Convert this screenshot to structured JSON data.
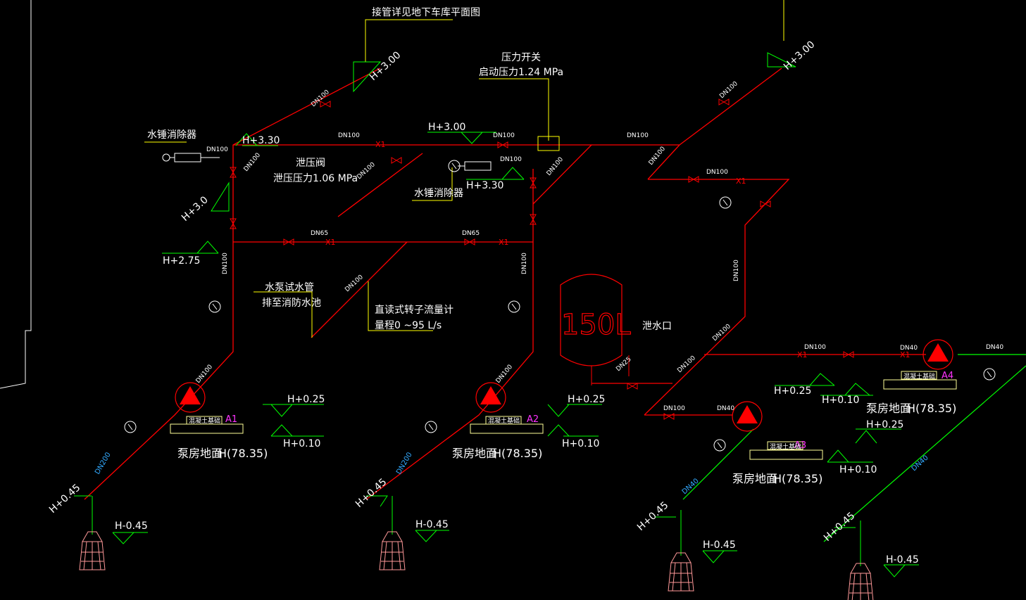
{
  "colors": {
    "pipe": "#ff0000",
    "leader": "#ffff00",
    "elev": "#00ff00",
    "text": "#ffffff",
    "pump_tag": "#ff33ff",
    "pipe_tag_blue": "#33aaff",
    "base": "#ffff99",
    "foot": "#ff9999"
  },
  "notes": {
    "connect": "接管详见地下车库平面图",
    "pressure_switch": "压力开关",
    "start_pressure": "启动压力1.24 MPa",
    "hammer1": "水锤消除器",
    "hammer2": "水锤消除器",
    "relief_valve": "泄压阀",
    "relief_pressure": "泄压压力1.06 MPa",
    "test_pipe": "水泵试水管",
    "to_pool": "排至消防水池",
    "flowmeter": "直读式转子流量计",
    "range": "量程0 ~95 L/s",
    "drain": "泄水口",
    "tank": "150L"
  },
  "elevations": {
    "h300a": "H+3.00",
    "h300b": "H+3.00",
    "h300c": "H+3.00",
    "h330a": "H+3.30",
    "h330b": "H+3.30",
    "h30": "H+3.0",
    "h275": "H+2.75",
    "p1_025": "H+0.25",
    "p1_010": "H+0.10",
    "p2_025": "H+0.25",
    "p2_010": "H+0.10",
    "p3_025": "H+0.25",
    "p3_010": "H+0.10",
    "p4_025": "H+0.25",
    "p4_010": "H+0.10",
    "s1_045": "H+0.45",
    "s1_m045": "H-0.45",
    "s2_045": "H+0.45",
    "s2_m045": "H-0.45",
    "s3_045": "H+0.45",
    "s3_m045": "H-0.45",
    "s4_045": "H+0.45",
    "s4_m045": "H-0.45"
  },
  "pipes": {
    "dn100": "DN100",
    "dn65": "DN65",
    "dn25": "DN25",
    "dn40": "DN40",
    "dn200": "DN200",
    "x1": "X1"
  },
  "pumps": {
    "a1": "A1",
    "a2": "A2",
    "a3": "A3",
    "a4": "A4",
    "floor1": "泵房地面",
    "floor2": "泵房地面",
    "floor3": "泵房地面",
    "floor4": "泵房地面",
    "lvl1": "H(78.35)",
    "lvl2": "H(78.35)",
    "lvl3": "H(78.35)",
    "lvl4": "H(78.35)",
    "base_label": "混凝土基础"
  }
}
